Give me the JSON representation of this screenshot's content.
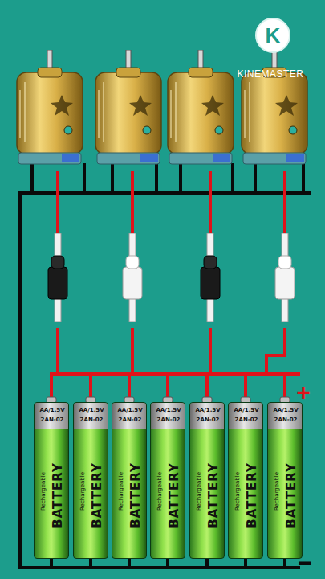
{
  "diagram": {
    "nodes": [
      {
        "text": [
          "AA/1.5V",
          "2AN-02",
          "Rechargeable",
          "BATTERY"
        ]
      },
      {
        "text": [
          "AA/1.5V",
          "2AN-02",
          "Rechargeable",
          "BATTERY"
        ]
      },
      {
        "text": [
          "AA/1.5V",
          "2AN-02",
          "Rechargeable",
          "BATTERY"
        ]
      },
      {
        "text": [
          "AA/1.5V",
          "2AN-02",
          "Rechargeable",
          "BATTERY"
        ]
      },
      {
        "text": [
          "AA/1.5V",
          "2AN-02",
          "Rechargeable",
          "BATTERY"
        ]
      },
      {
        "text": [
          "AA/1.5V",
          "2AN-02",
          "Rechargeable",
          "BATTERY"
        ]
      },
      {
        "text": [
          "AA/1.5V",
          "2AN-02",
          "Rechargeable",
          "BATTERY"
        ]
      }
    ],
    "labels": [
      "K",
      "KINEMASTER",
      "+",
      "−"
    ]
  }
}
